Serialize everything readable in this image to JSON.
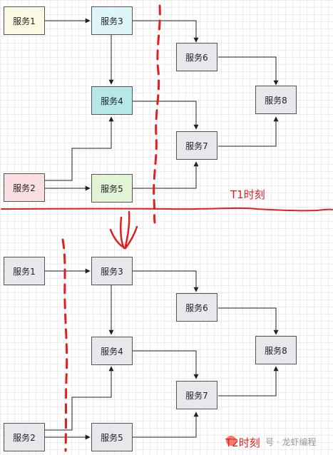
{
  "services": {
    "s1": {
      "label": "服务1",
      "color": "#fcf9e4"
    },
    "s2": {
      "label": "服务2",
      "color": "#f9dfe1"
    },
    "s3": {
      "label": "服务3",
      "color": "#dff6f8"
    },
    "s4": {
      "label": "服务4",
      "color": "#b6e8ea"
    },
    "s5": {
      "label": "服务5",
      "color": "#e3f4d6"
    },
    "s6": {
      "label": "服务6",
      "color": "#e6e8ec"
    },
    "s7": {
      "label": "服务7",
      "color": "#e6e8ec"
    },
    "s8": {
      "label": "服务8",
      "color": "#e6e8ec"
    }
  },
  "bottom_node_color": "#e6e8ec",
  "accent_color": "#e02020",
  "labels": {
    "t1": "T1时刻",
    "t2": "T2时刻",
    "watermark": "号 · 龙虾编程"
  }
}
